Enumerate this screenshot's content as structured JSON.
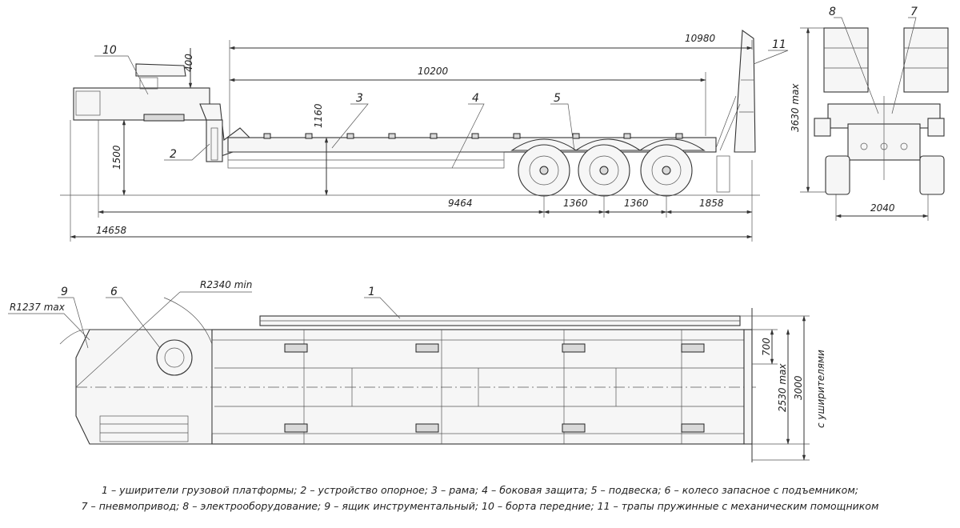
{
  "dimensions": {
    "total_length": "14658",
    "deck_length_overall": "10980",
    "deck_length": "10200",
    "front_to_axle": "9464",
    "axle_spacing_1": "1360",
    "axle_spacing_2": "1360",
    "rear_overhang": "1858",
    "front_height": "1500",
    "deck_height": "1160",
    "gooseneck_height": "400",
    "overall_height": "3630 max",
    "rear_width": "2040",
    "top_width_small": "700",
    "top_width_max": "2530 max",
    "top_width_ext": "3000",
    "top_width_ext_note": "с уширителями",
    "turning_radius": "R2340 min",
    "front_radius": "R1237 max"
  },
  "callouts": {
    "c1": "1",
    "c2": "2",
    "c3": "3",
    "c4": "4",
    "c5": "5",
    "c6": "6",
    "c7": "7",
    "c8": "8",
    "c9": "9",
    "c10": "10",
    "c11": "11"
  },
  "legend": {
    "line1": "1 – уширители грузовой платформы; 2 – устройство опорное; 3 – рама; 4 – боковая защита; 5 – подвеска; 6 – колесо запасное с подъемником;",
    "line2": "7 – пневмопривод; 8 – электрооборудование; 9 – ящик инструментальный; 10 – борта передние; 11 – трапы пружинные с механическим помощником"
  },
  "colors": {
    "line": "#333333",
    "fill": "#f6f6f6",
    "background": "#ffffff"
  }
}
